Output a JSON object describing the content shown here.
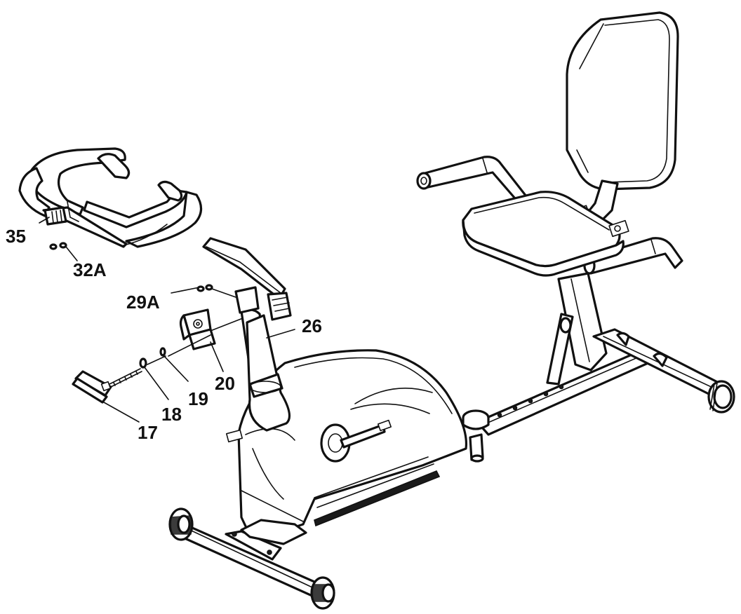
{
  "diagram": {
    "callouts": [
      {
        "id": "35",
        "label": "35"
      },
      {
        "id": "32A",
        "label": "32A"
      },
      {
        "id": "29A",
        "label": "29A"
      },
      {
        "id": "26",
        "label": "26"
      },
      {
        "id": "20",
        "label": "20"
      },
      {
        "id": "19",
        "label": "19"
      },
      {
        "id": "18",
        "label": "18"
      },
      {
        "id": "17",
        "label": "17"
      }
    ]
  }
}
